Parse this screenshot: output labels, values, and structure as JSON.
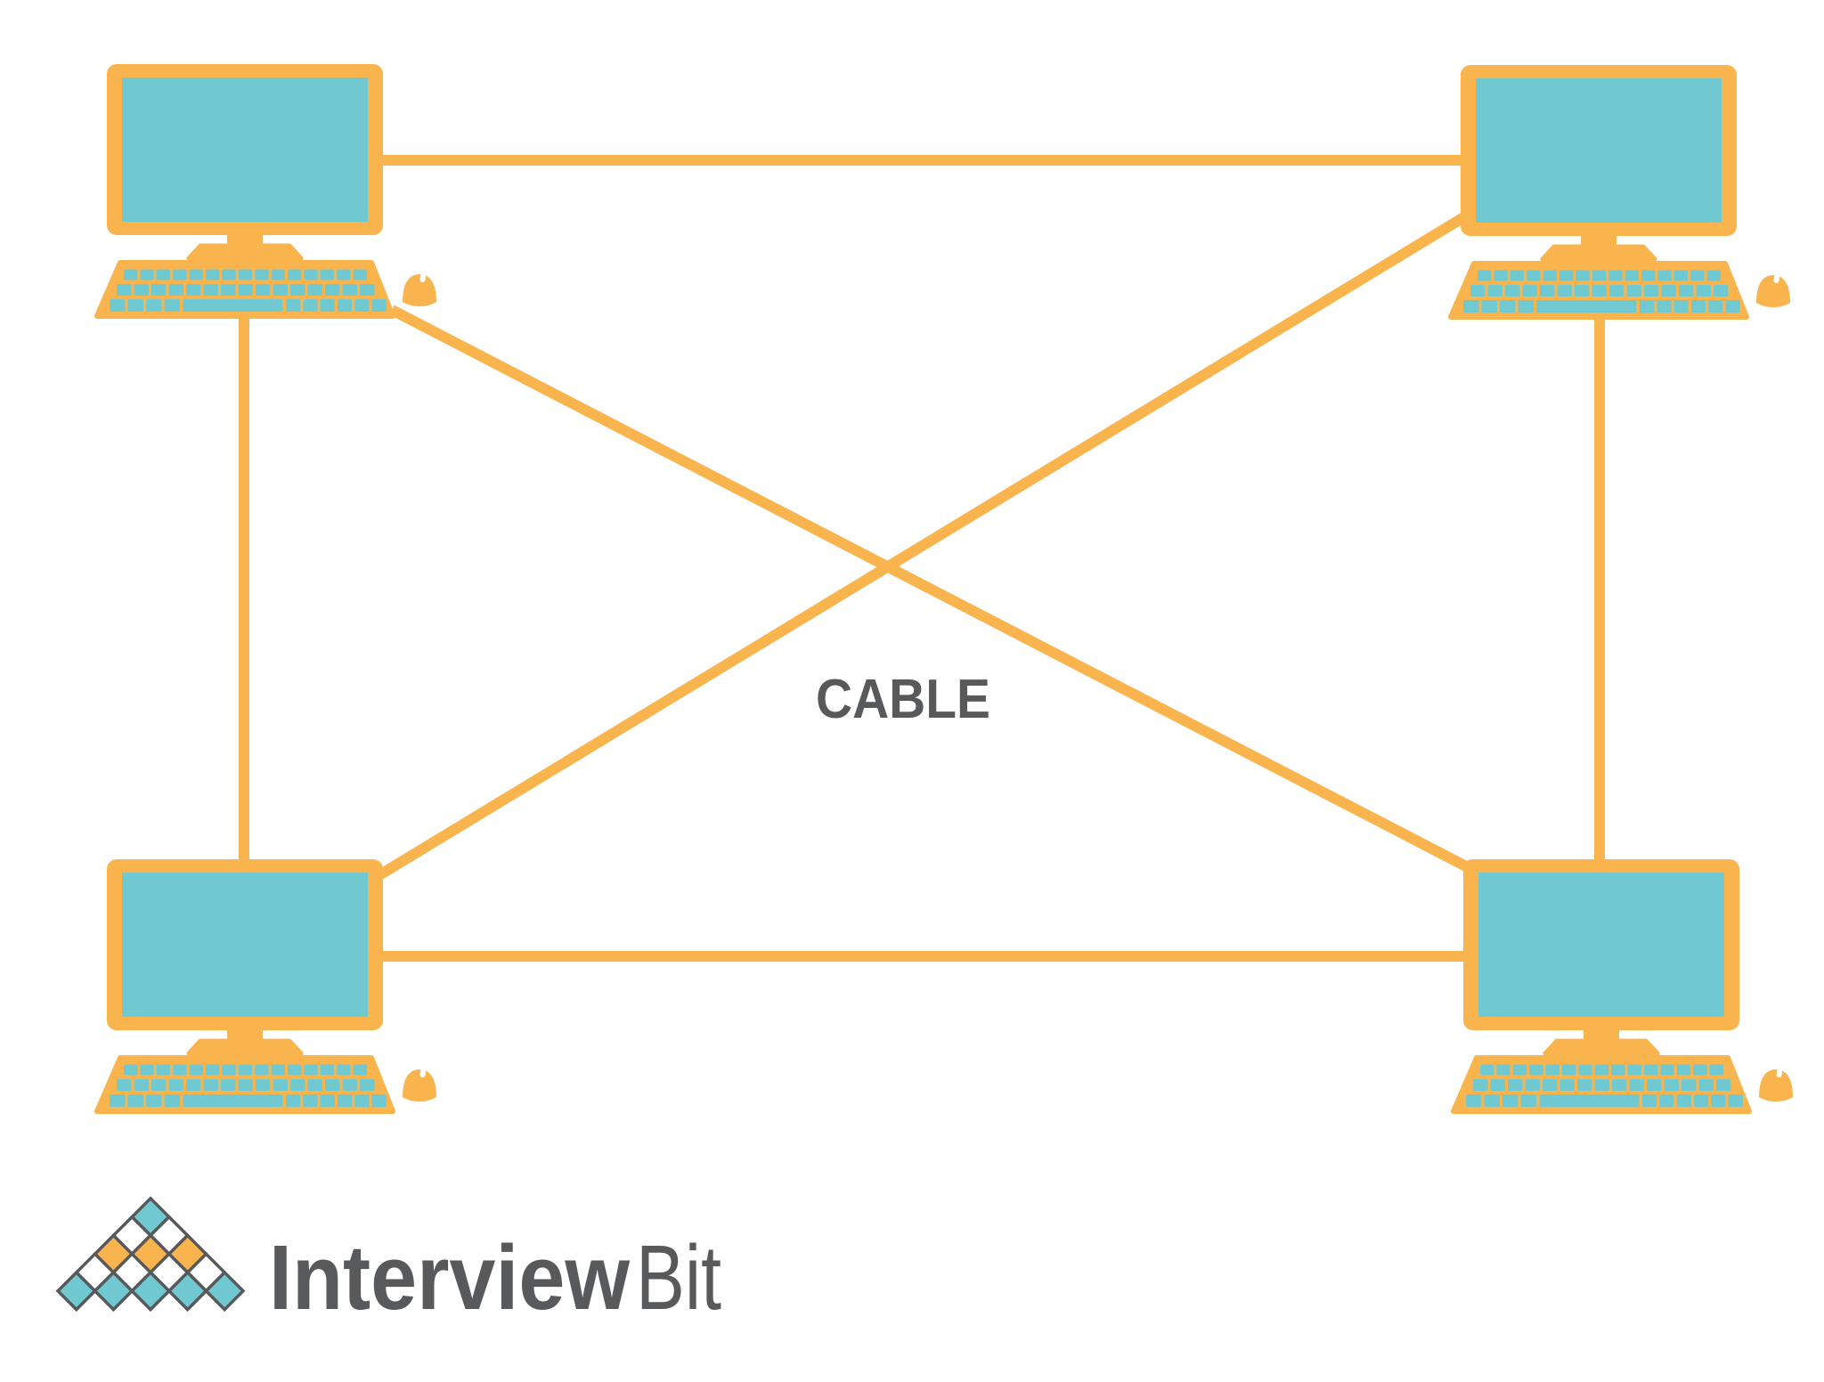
{
  "diagram": {
    "type": "mesh-network-topology",
    "title_label": "CABLE",
    "nodes": [
      {
        "id": "computer-top-left"
      },
      {
        "id": "computer-top-right"
      },
      {
        "id": "computer-bottom-left"
      },
      {
        "id": "computer-bottom-right"
      }
    ],
    "connections": [
      {
        "from": "computer-top-left",
        "to": "computer-top-right"
      },
      {
        "from": "computer-bottom-left",
        "to": "computer-bottom-right"
      },
      {
        "from": "computer-top-left",
        "to": "computer-bottom-left"
      },
      {
        "from": "computer-top-right",
        "to": "computer-bottom-right"
      },
      {
        "from": "computer-top-left",
        "to": "computer-bottom-right"
      },
      {
        "from": "computer-top-right",
        "to": "computer-bottom-left"
      }
    ]
  },
  "branding": {
    "logo_primary": "Interview",
    "logo_secondary": "Bit"
  },
  "colors": {
    "accent_orange": "#F9B44E",
    "screen_teal": "#70C8D0",
    "text_gray": "#58595B",
    "background": "#FFFFFF"
  }
}
